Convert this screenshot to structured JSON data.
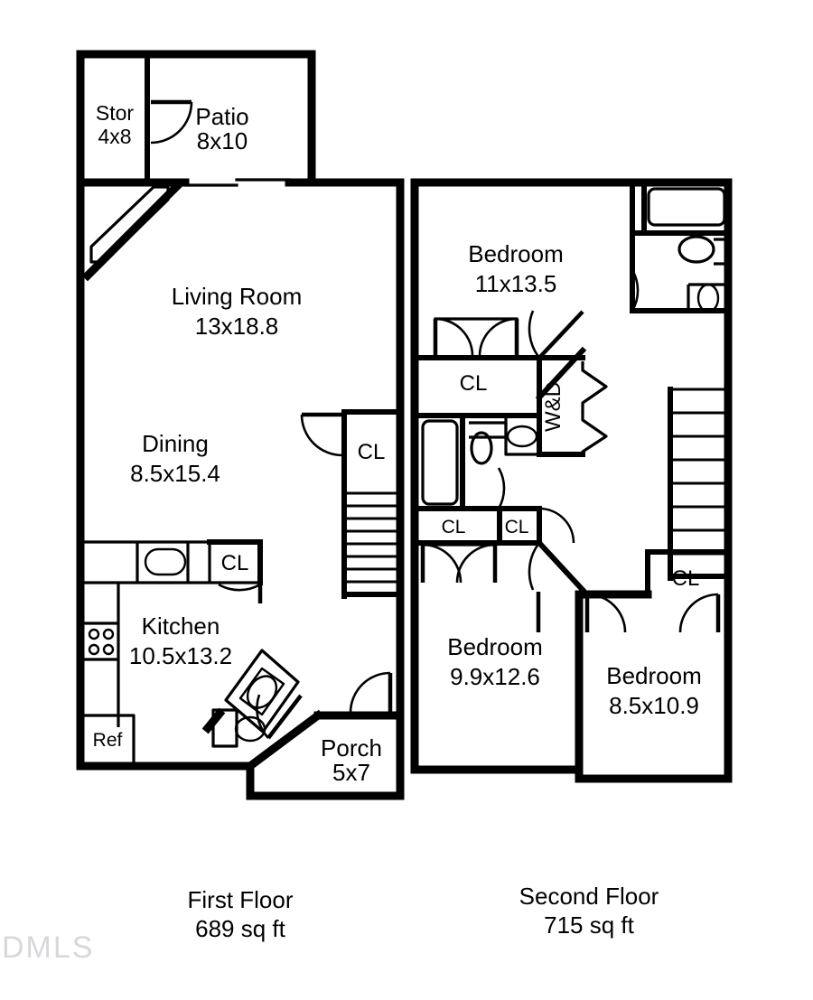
{
  "document": {
    "type": "floor-plan",
    "watermark": "DMLS"
  },
  "floors": [
    {
      "id": "first-floor",
      "caption_title": "First Floor",
      "caption_area": "689 sq ft",
      "rooms": [
        {
          "id": "stor",
          "name": "Stor",
          "dimensions": "4x8"
        },
        {
          "id": "patio",
          "name": "Patio",
          "dimensions": "8x10"
        },
        {
          "id": "living-room",
          "name": "Living Room",
          "dimensions": "13x18.8"
        },
        {
          "id": "dining",
          "name": "Dining",
          "dimensions": "8.5x15.4"
        },
        {
          "id": "kitchen",
          "name": "Kitchen",
          "dimensions": "10.5x13.2"
        },
        {
          "id": "porch",
          "name": "Porch",
          "dimensions": "5x7"
        }
      ],
      "closets": [
        {
          "id": "cl-dining",
          "label": "CL"
        },
        {
          "id": "cl-kitchen",
          "label": "CL"
        }
      ],
      "appliances": [
        {
          "id": "refrigerator",
          "label": "Ref"
        }
      ],
      "features": [
        {
          "id": "stairs-up",
          "name": "staircase",
          "treads": 8
        },
        {
          "id": "kitchen-sink",
          "name": "kitchen-sink"
        },
        {
          "id": "range",
          "name": "range-cooktop"
        },
        {
          "id": "powder-toilet",
          "name": "toilet"
        },
        {
          "id": "powder-sink",
          "name": "sink"
        },
        {
          "id": "living-room-stair-closet",
          "name": "under-stair-diagonal"
        }
      ]
    },
    {
      "id": "second-floor",
      "caption_title": "Second Floor",
      "caption_area": "715 sq ft",
      "rooms": [
        {
          "id": "bedroom-master",
          "name": "Bedroom",
          "dimensions": "11x13.5"
        },
        {
          "id": "bedroom-two",
          "name": "Bedroom",
          "dimensions": "9.9x12.6"
        },
        {
          "id": "bedroom-three",
          "name": "Bedroom",
          "dimensions": "8.5x10.9"
        }
      ],
      "closets": [
        {
          "id": "cl-master",
          "label": "CL"
        },
        {
          "id": "cl-hall-left",
          "label": "CL"
        },
        {
          "id": "cl-hall-right",
          "label": "CL"
        },
        {
          "id": "cl-bedroom-three",
          "label": "CL"
        }
      ],
      "utility": [
        {
          "id": "washer-dryer",
          "label": "W&D"
        }
      ],
      "features": [
        {
          "id": "stairs-down",
          "name": "staircase",
          "treads": 8
        },
        {
          "id": "master-bath-tub",
          "name": "bathtub"
        },
        {
          "id": "master-bath-toilet",
          "name": "toilet"
        },
        {
          "id": "master-bath-sink",
          "name": "sink"
        },
        {
          "id": "hall-bath-tub",
          "name": "bathtub"
        },
        {
          "id": "hall-bath-toilet",
          "name": "toilet"
        },
        {
          "id": "hall-bath-sink",
          "name": "sink"
        }
      ]
    }
  ],
  "colors": {
    "wall": "#000000",
    "background": "#ffffff",
    "watermark": "#d8d8dc"
  }
}
